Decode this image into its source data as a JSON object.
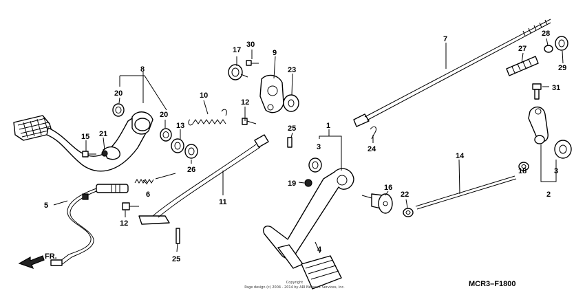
{
  "callouts": [
    {
      "id": "1",
      "text": "1"
    },
    {
      "id": "2",
      "text": "2"
    },
    {
      "id": "3a",
      "text": "3"
    },
    {
      "id": "3b",
      "text": "3"
    },
    {
      "id": "4",
      "text": "4"
    },
    {
      "id": "5",
      "text": "5"
    },
    {
      "id": "6",
      "text": "6"
    },
    {
      "id": "7",
      "text": "7"
    },
    {
      "id": "8",
      "text": "8"
    },
    {
      "id": "9",
      "text": "9"
    },
    {
      "id": "10",
      "text": "10"
    },
    {
      "id": "11",
      "text": "11"
    },
    {
      "id": "12a",
      "text": "12"
    },
    {
      "id": "12b",
      "text": "12"
    },
    {
      "id": "13",
      "text": "13"
    },
    {
      "id": "14",
      "text": "14"
    },
    {
      "id": "15",
      "text": "15"
    },
    {
      "id": "16",
      "text": "16"
    },
    {
      "id": "17",
      "text": "17"
    },
    {
      "id": "18",
      "text": "18"
    },
    {
      "id": "19",
      "text": "19"
    },
    {
      "id": "20a",
      "text": "20"
    },
    {
      "id": "20b",
      "text": "20"
    },
    {
      "id": "21",
      "text": "21"
    },
    {
      "id": "22",
      "text": "22"
    },
    {
      "id": "23",
      "text": "23"
    },
    {
      "id": "24",
      "text": "24"
    },
    {
      "id": "25a",
      "text": "25"
    },
    {
      "id": "25b",
      "text": "25"
    },
    {
      "id": "26",
      "text": "26"
    },
    {
      "id": "27",
      "text": "27"
    },
    {
      "id": "28",
      "text": "28"
    },
    {
      "id": "29",
      "text": "29"
    },
    {
      "id": "30",
      "text": "30"
    },
    {
      "id": "31",
      "text": "31"
    }
  ],
  "direction_marker": "FR.",
  "diagram_code": "MCR3–F1800",
  "copyright_line1": "Copyright",
  "copyright_line2": "Page design (c) 2004 - 2014 by ARI Network Services, Inc."
}
